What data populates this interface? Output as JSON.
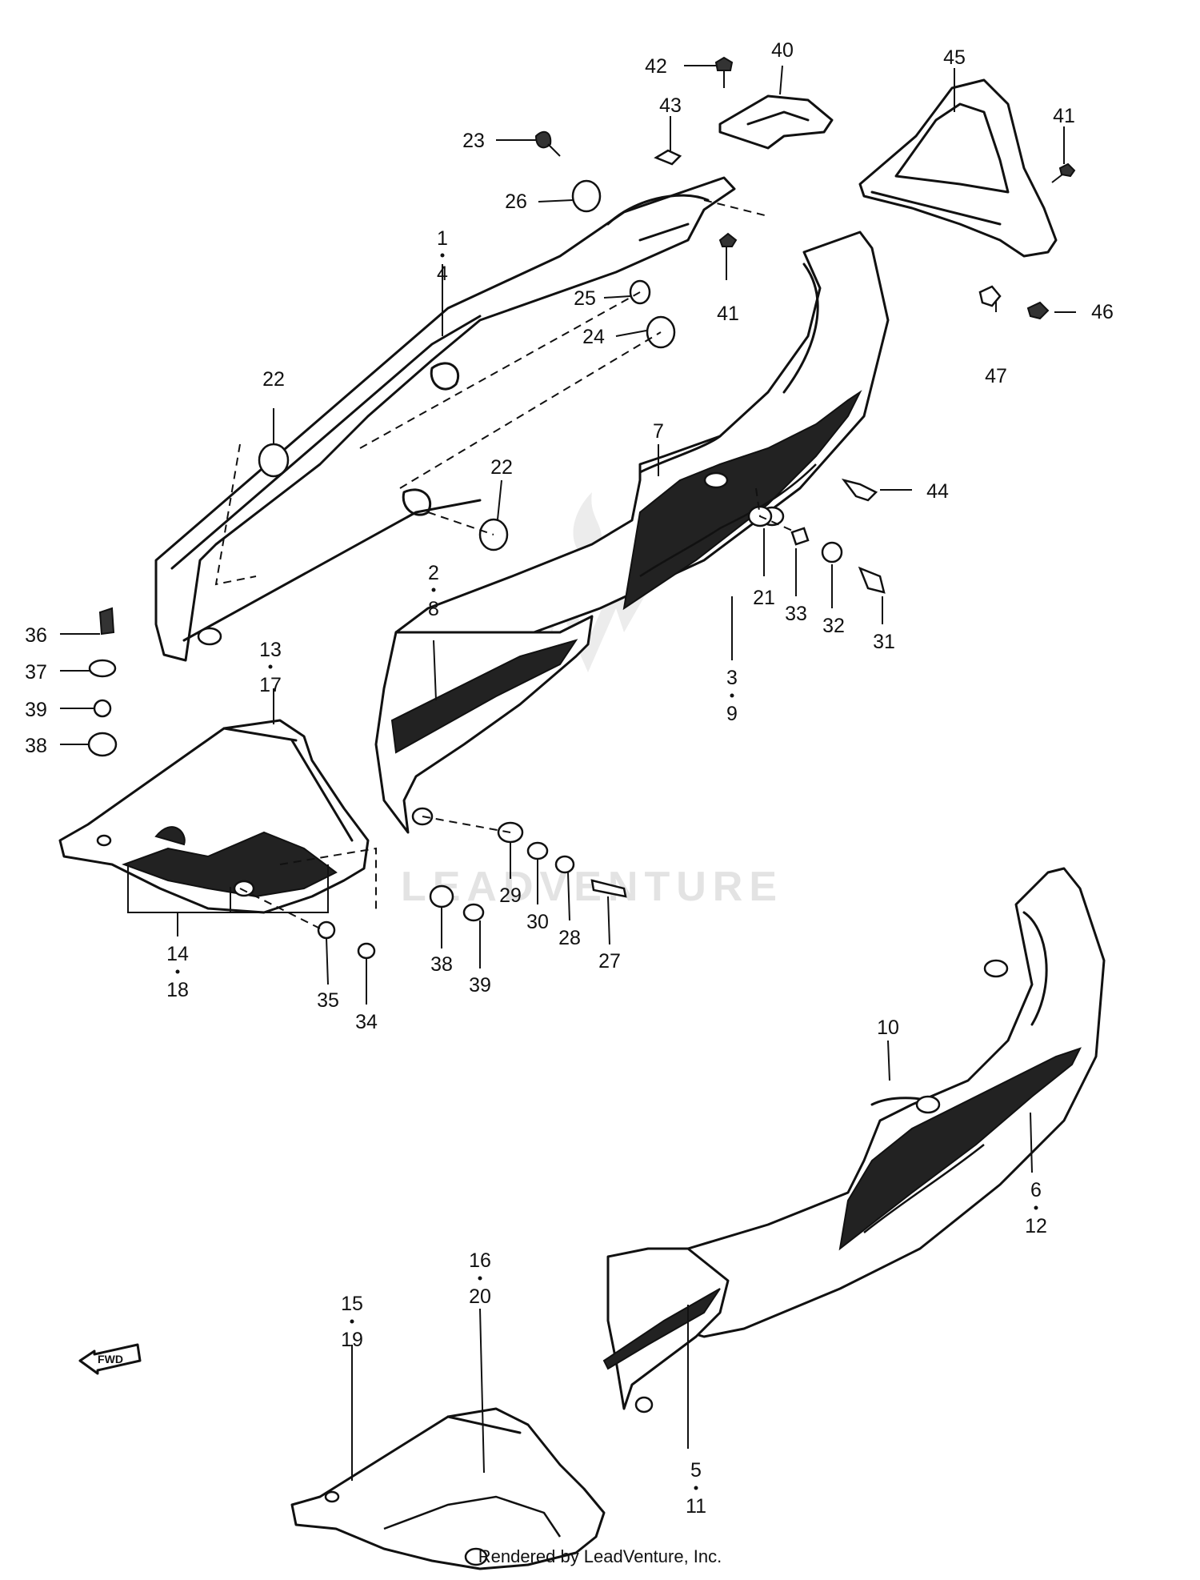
{
  "watermark": {
    "text": "LEADVENTURE"
  },
  "footer": {
    "credit": "Rendered by LeadVenture, Inc."
  },
  "fwd_arrow": {
    "label": "FWD"
  },
  "callouts": {
    "c1": "1",
    "c4": "4",
    "c2": "2",
    "c8": "8",
    "c3": "3",
    "c9": "9",
    "c5": "5",
    "c11": "11",
    "c6": "6",
    "c12": "12",
    "c7": "7",
    "c10": "10",
    "c13": "13",
    "c17": "17",
    "c14": "14",
    "c18": "18",
    "c15": "15",
    "c19": "19",
    "c16": "16",
    "c20": "20",
    "c21": "21",
    "c22a": "22",
    "c22b": "22",
    "c23": "23",
    "c24": "24",
    "c25": "25",
    "c26": "26",
    "c27": "27",
    "c28": "28",
    "c29": "29",
    "c30": "30",
    "c31": "31",
    "c32": "32",
    "c33": "33",
    "c34": "34",
    "c35": "35",
    "c36": "36",
    "c37": "37",
    "c38a": "38",
    "c38b": "38",
    "c39a": "39",
    "c39b": "39",
    "c40": "40",
    "c41a": "41",
    "c41b": "41",
    "c42": "42",
    "c43": "43",
    "c44": "44",
    "c45": "45",
    "c46": "46",
    "c47": "47"
  }
}
